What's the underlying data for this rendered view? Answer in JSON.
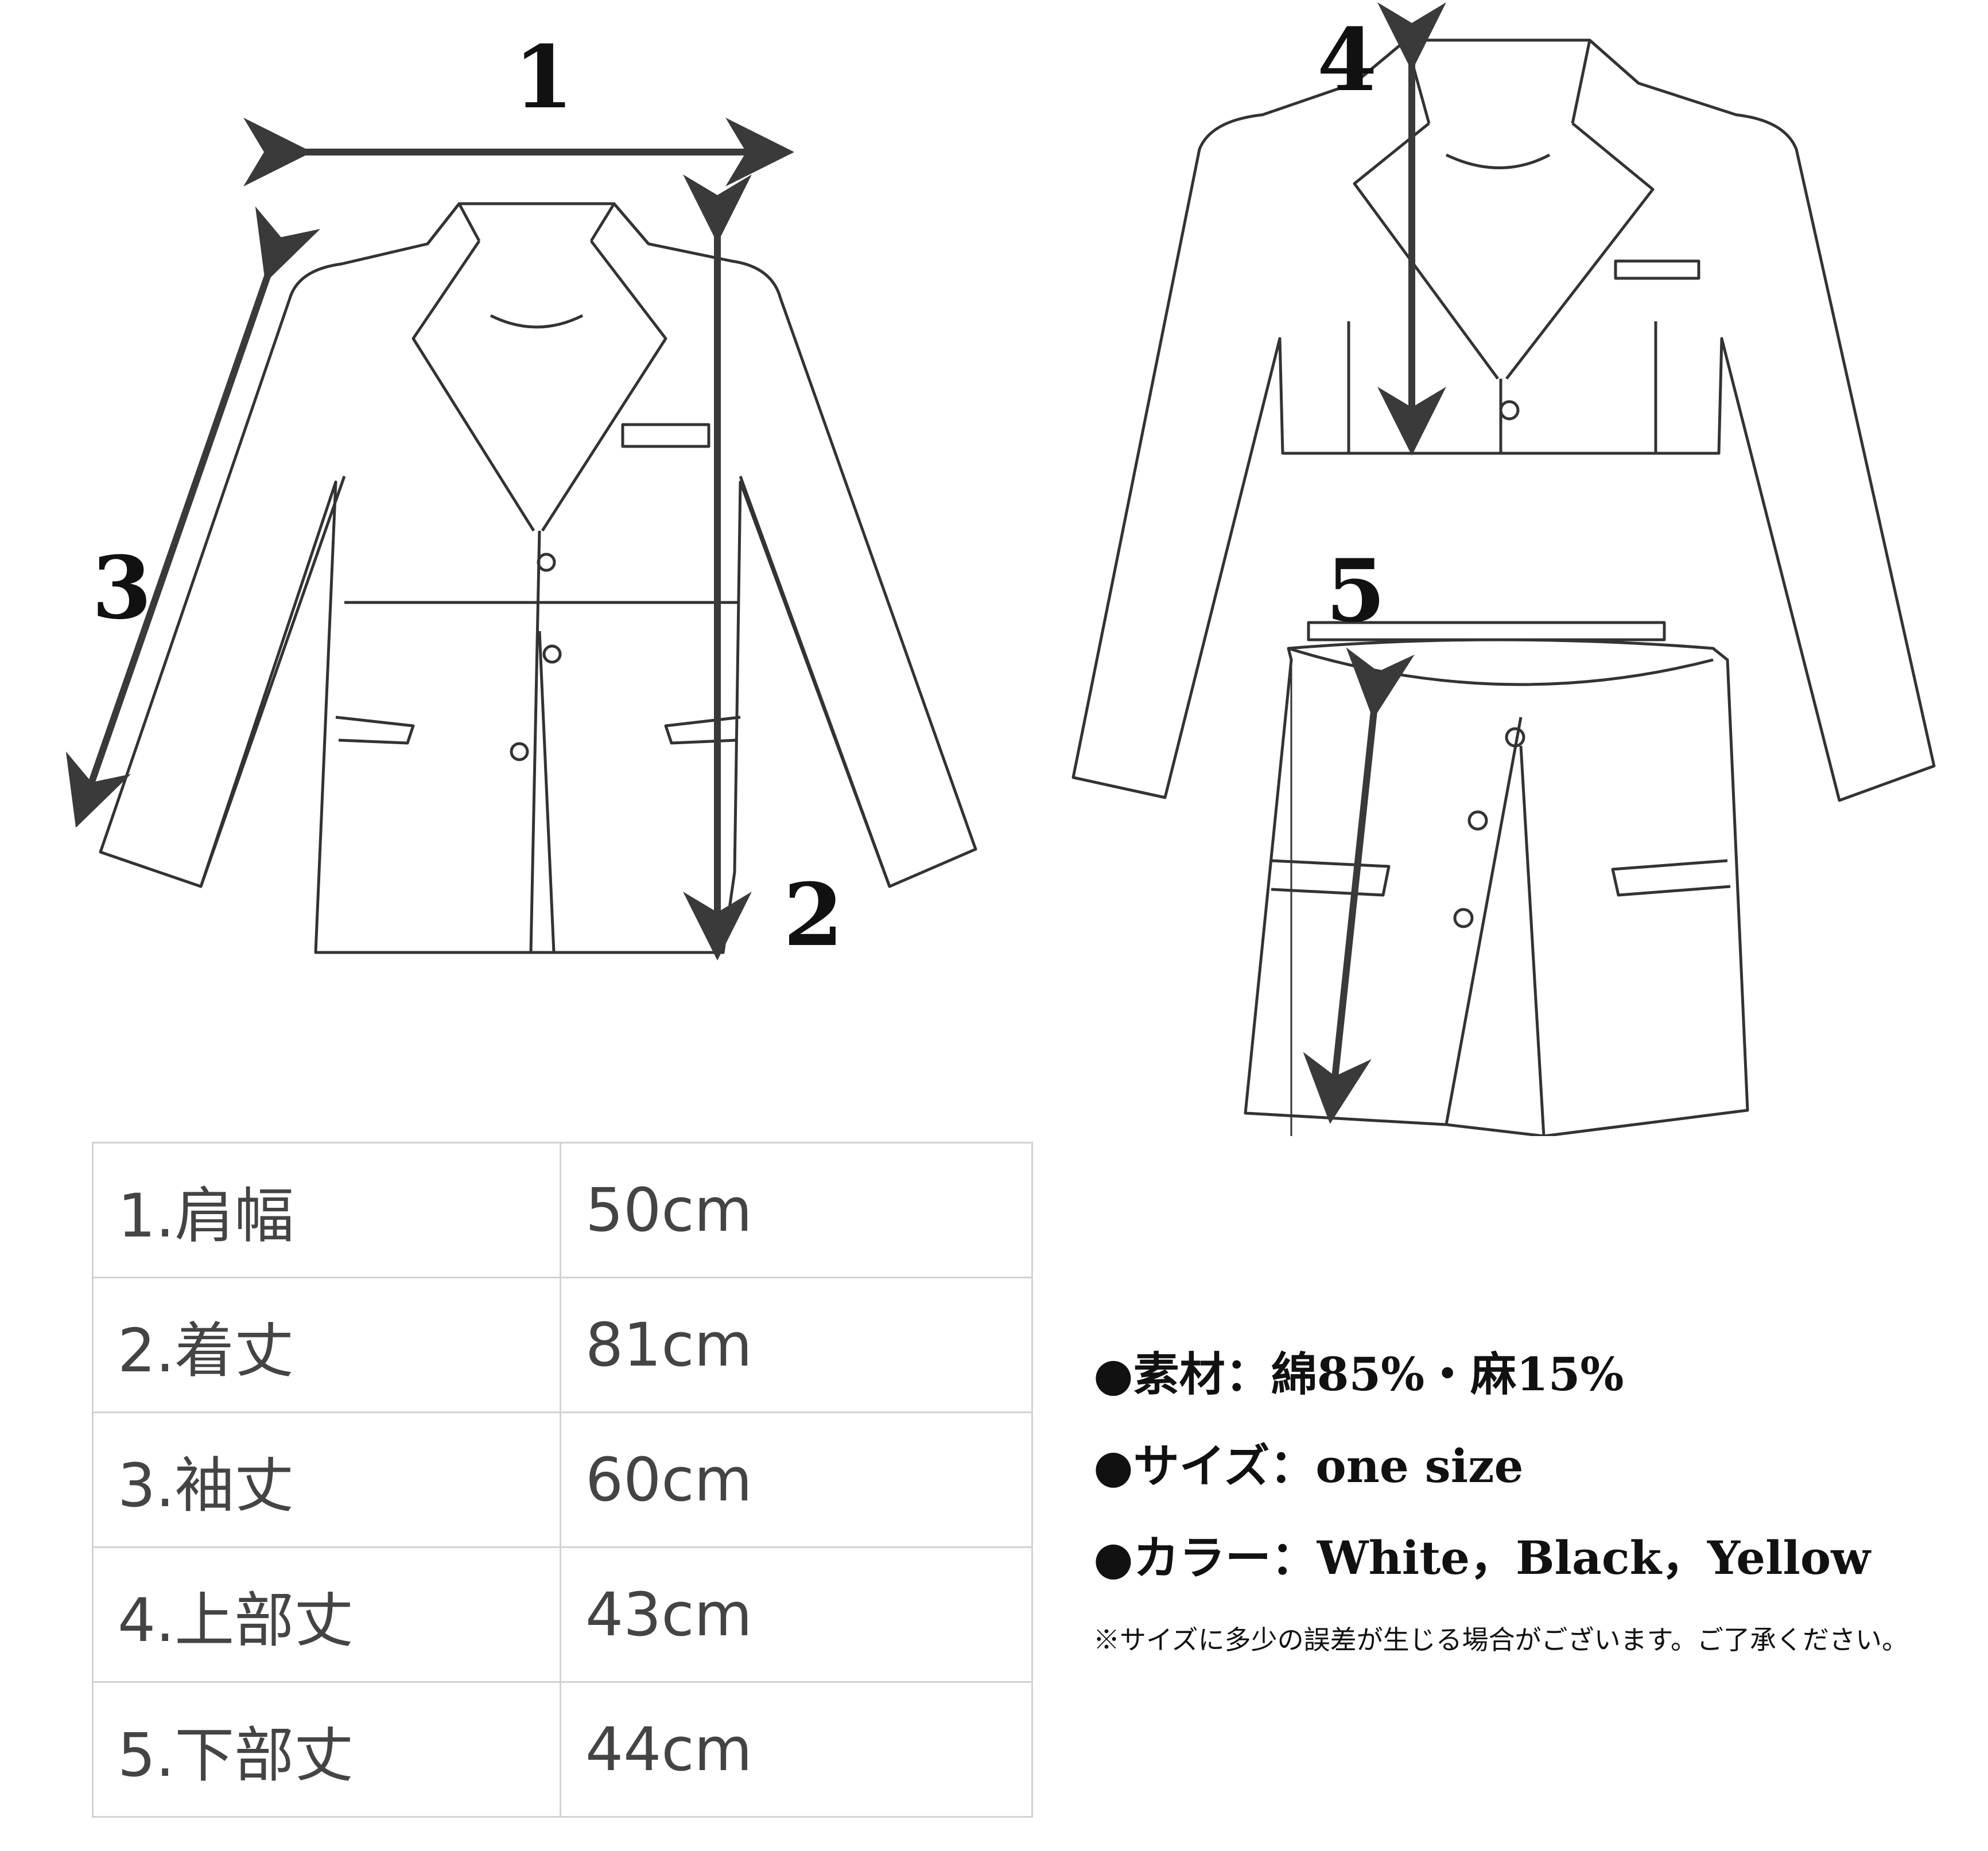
{
  "diagram": {
    "labels": [
      "1",
      "2",
      "3",
      "4",
      "5"
    ]
  },
  "size_table": {
    "rows": [
      {
        "label": "1.肩幅",
        "value": "50cm"
      },
      {
        "label": "2.着丈",
        "value": "81cm"
      },
      {
        "label": "3.袖丈",
        "value": "60cm"
      },
      {
        "label": "4.上部丈",
        "value": "43cm"
      },
      {
        "label": "5.下部丈",
        "value": "44cm"
      }
    ]
  },
  "info": {
    "material": "●素材：綿85%・麻15%",
    "size": "●サイズ：one size",
    "color": "●カラー：White，Black，Yellow",
    "note": "※サイズに多少の誤差が生じる場合がございます。ご了承ください。"
  },
  "colors": {
    "line": "#333333",
    "arrow": "#3a3a3a",
    "table_border": "#d2d2d2",
    "table_text": "#444444"
  }
}
